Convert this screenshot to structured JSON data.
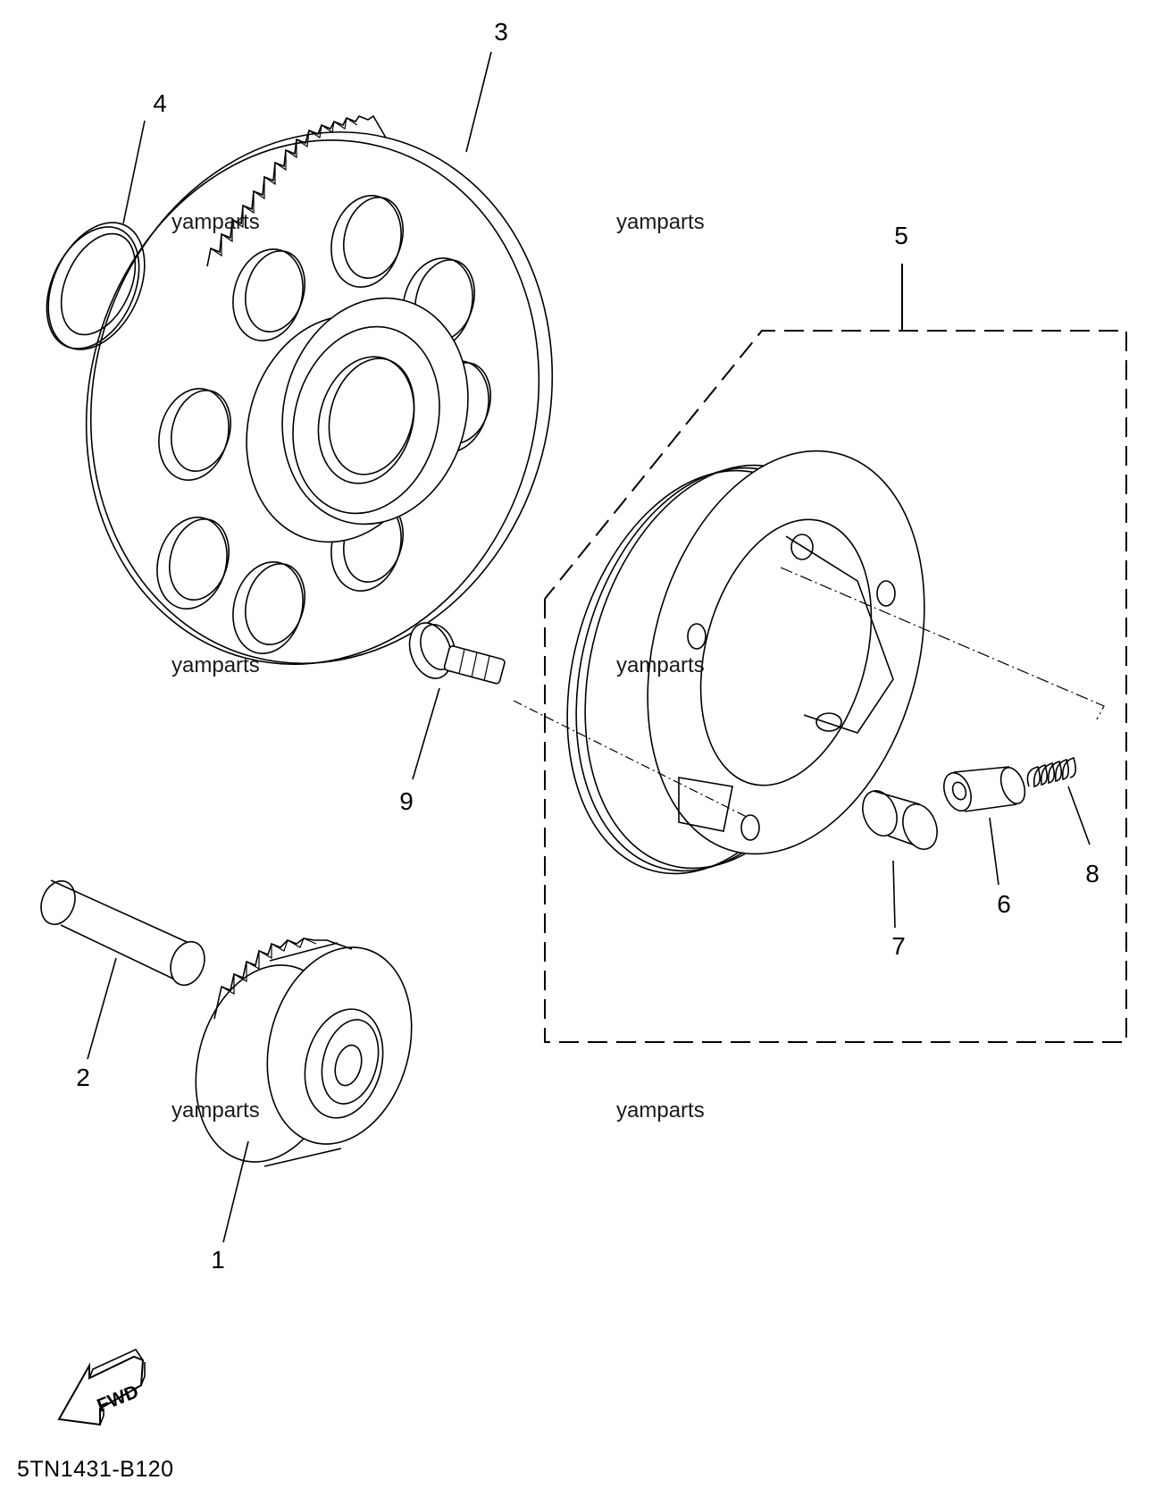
{
  "parts": [
    {
      "number": "1"
    },
    {
      "number": "2"
    },
    {
      "number": "3"
    },
    {
      "number": "4"
    },
    {
      "number": "5"
    },
    {
      "number": "6"
    },
    {
      "number": "7"
    },
    {
      "number": "8"
    },
    {
      "number": "9"
    }
  ],
  "watermarks": [
    "yamparts",
    "yamparts",
    "yamparts",
    "yamparts",
    "yamparts",
    "yamparts"
  ],
  "fwd_arrow": {
    "label": "FWD"
  },
  "diagram_code": "5TN1431-B120"
}
